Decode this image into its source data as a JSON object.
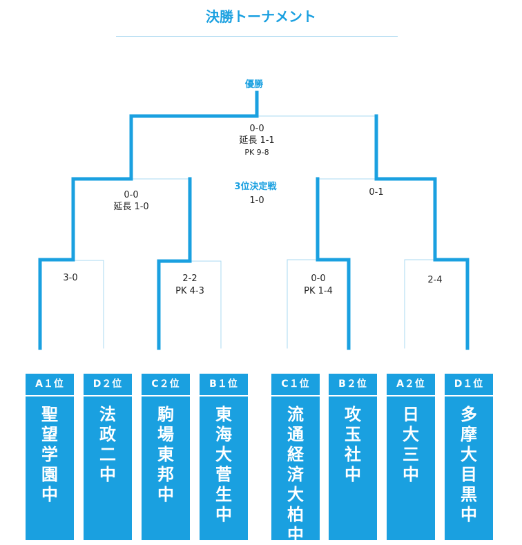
{
  "title": "決勝トーナメント",
  "champion_label": "優勝",
  "third_place_label": "3位決定戦",
  "third_place_score": "1-0",
  "final": {
    "line1": "0-0",
    "line2": "延長 1-1",
    "line3": "PK 9-8"
  },
  "semi_left": {
    "line1": "0-0",
    "line2": "延長 1-0"
  },
  "semi_right": {
    "line1": "0-1"
  },
  "r1": [
    {
      "line1": "3-0",
      "line2": ""
    },
    {
      "line1": "2-2",
      "line2": "PK 4-3"
    },
    {
      "line1": "0-0",
      "line2": "PK 1-4"
    },
    {
      "line1": "2-4",
      "line2": ""
    }
  ],
  "teams": [
    {
      "seed": "A１位",
      "name": "聖望学園中"
    },
    {
      "seed": "D２位",
      "name": "法政二中"
    },
    {
      "seed": "C２位",
      "name": "駒場東邦中"
    },
    {
      "seed": "B１位",
      "name": "東海大菅生中"
    },
    {
      "seed": "C１位",
      "name": "流通経済大柏中"
    },
    {
      "seed": "B２位",
      "name": "攻玉社中"
    },
    {
      "seed": "A２位",
      "name": "日大三中"
    },
    {
      "seed": "D１位",
      "name": "多摩大目黒中"
    }
  ],
  "colors": {
    "accent": "#1aa0e0",
    "thin_line": "#a9d8f1"
  }
}
